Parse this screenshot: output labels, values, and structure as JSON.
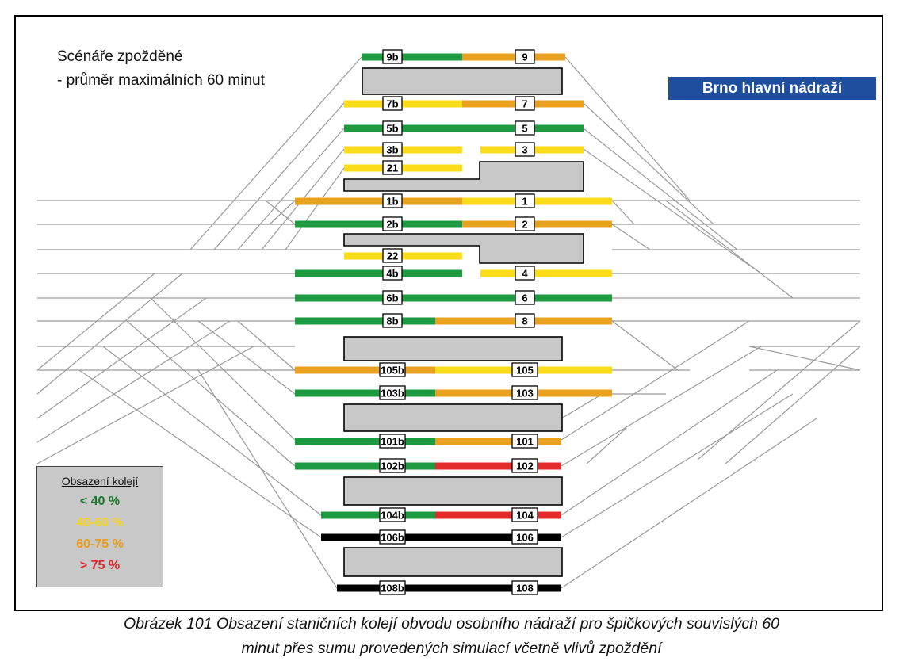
{
  "header": {
    "line1": "Scénáře zpožděné",
    "line2": "- průměr maximálních 60 minut",
    "station": "Brno hlavní nádraží"
  },
  "legend": {
    "title": "Obsazení kolejí",
    "items": [
      {
        "label": "< 40 %",
        "color": "#1a7a2e"
      },
      {
        "label": "40-60 %",
        "color": "#f7d417"
      },
      {
        "label": "60-75 %",
        "color": "#e89c1c"
      },
      {
        "label": "> 75 %",
        "color": "#e0262a"
      }
    ]
  },
  "colors": {
    "green": "#1e9a40",
    "yellow": "#fbdc1a",
    "orange": "#e9a21f",
    "red": "#e32b2b",
    "black": "#000000",
    "platform": "#c8c8c8",
    "network": "#9a9a9a"
  },
  "tracks": [
    {
      "left_label": "9b",
      "right_label": "9",
      "left_level": "green",
      "right_level": "orange"
    },
    {
      "left_label": "7b",
      "right_label": "7",
      "left_level": "yellow",
      "right_level": "orange"
    },
    {
      "left_label": "5b",
      "right_label": "5",
      "left_level": "green",
      "right_level": "green"
    },
    {
      "left_label": "3b",
      "right_label": "3",
      "left_level": "yellow",
      "right_level": "yellow"
    },
    {
      "left_label": "21",
      "right_label": "",
      "left_level": "yellow",
      "right_level": ""
    },
    {
      "left_label": "1b",
      "right_label": "1",
      "left_level": "orange",
      "right_level": "yellow"
    },
    {
      "left_label": "2b",
      "right_label": "2",
      "left_level": "green",
      "right_level": "orange"
    },
    {
      "left_label": "22",
      "right_label": "",
      "left_level": "yellow",
      "right_level": ""
    },
    {
      "left_label": "4b",
      "right_label": "4",
      "left_level": "green",
      "right_level": "yellow"
    },
    {
      "left_label": "6b",
      "right_label": "6",
      "left_level": "green",
      "right_level": "green"
    },
    {
      "left_label": "8b",
      "right_label": "8",
      "left_level": "green",
      "right_level": "orange"
    },
    {
      "left_label": "105b",
      "right_label": "105",
      "left_level": "orange",
      "right_level": "yellow"
    },
    {
      "left_label": "103b",
      "right_label": "103",
      "left_level": "green",
      "right_level": "orange"
    },
    {
      "left_label": "101b",
      "right_label": "101",
      "left_level": "green",
      "right_level": "orange"
    },
    {
      "left_label": "102b",
      "right_label": "102",
      "left_level": "green",
      "right_level": "red"
    },
    {
      "left_label": "104b",
      "right_label": "104",
      "left_level": "green",
      "right_level": "red"
    },
    {
      "left_label": "106b",
      "right_label": "106",
      "left_level": "black",
      "right_level": "black"
    },
    {
      "left_label": "108b",
      "right_label": "108",
      "left_level": "black",
      "right_level": "black"
    }
  ],
  "caption": {
    "line1": "Obrázek 101 Obsazení staničních kolejí obvodu osobního nádraží pro špičkových souvislých 60",
    "line2": "minut přes sumu provedených simulací včetně vlivů zpoždění"
  }
}
